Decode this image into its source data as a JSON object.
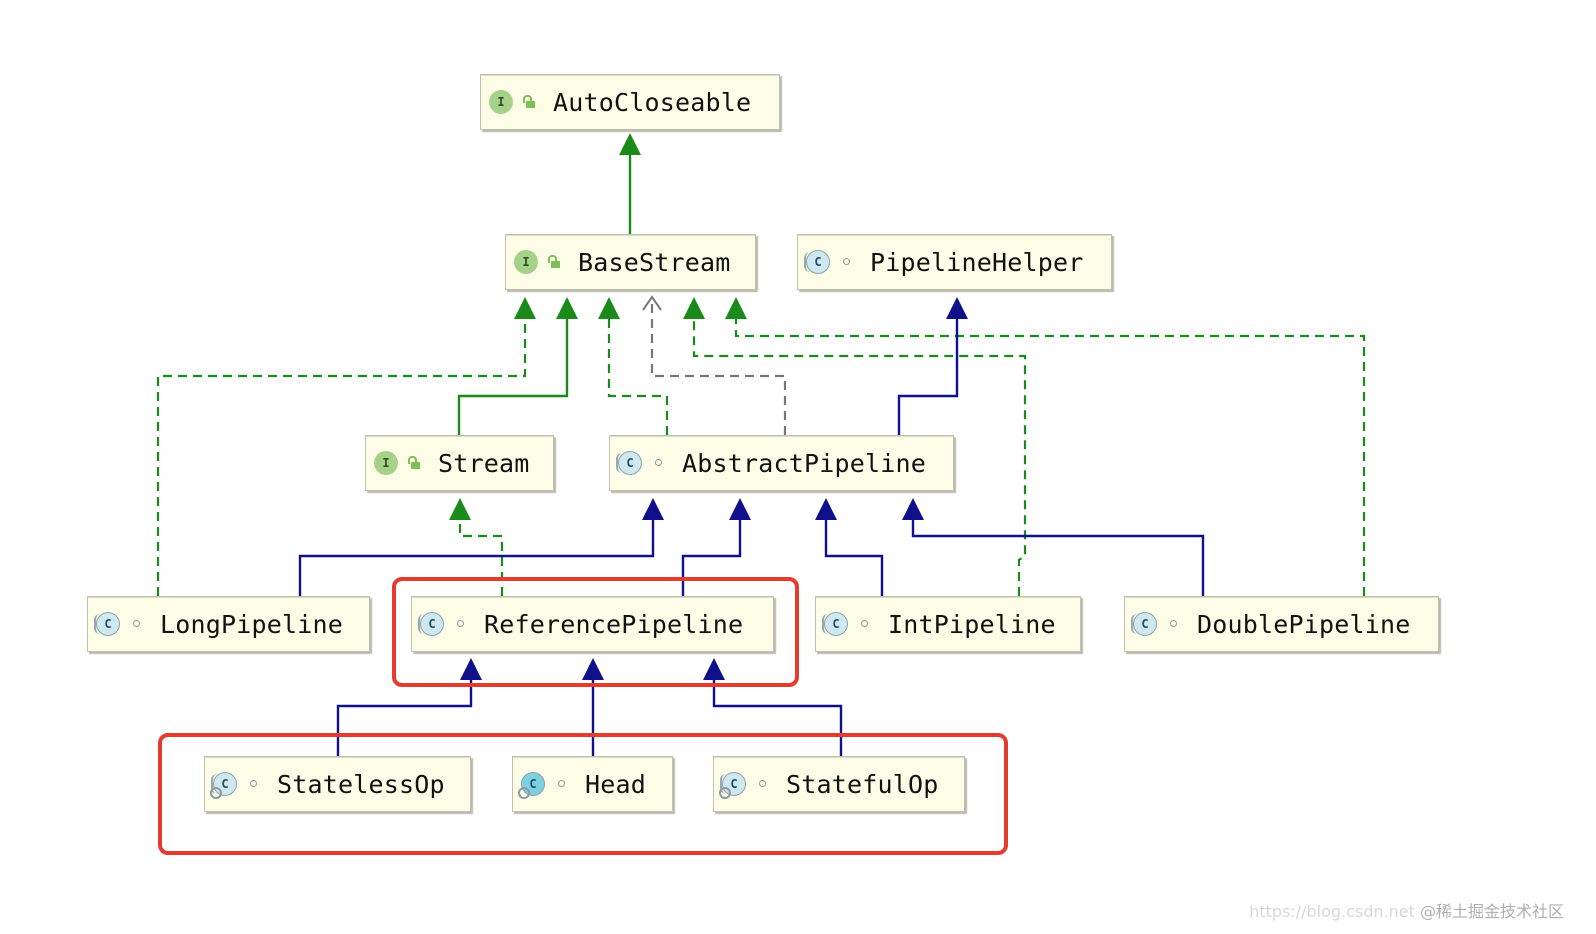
{
  "nodes": [
    {
      "id": "AutoCloseable",
      "label": "AutoCloseable",
      "kind": "I",
      "visibility": "public"
    },
    {
      "id": "BaseStream",
      "label": "BaseStream",
      "kind": "I",
      "visibility": "public"
    },
    {
      "id": "PipelineHelper",
      "label": "PipelineHelper",
      "kind": "C",
      "visibility": "package",
      "abstract": true
    },
    {
      "id": "Stream",
      "label": "Stream",
      "kind": "I",
      "visibility": "public"
    },
    {
      "id": "AbstractPipeline",
      "label": "AbstractPipeline",
      "kind": "C",
      "visibility": "package",
      "abstract": true
    },
    {
      "id": "LongPipeline",
      "label": "LongPipeline",
      "kind": "C",
      "visibility": "package",
      "abstract": true
    },
    {
      "id": "ReferencePipeline",
      "label": "ReferencePipeline",
      "kind": "C",
      "visibility": "package",
      "abstract": true
    },
    {
      "id": "IntPipeline",
      "label": "IntPipeline",
      "kind": "C",
      "visibility": "package",
      "abstract": true
    },
    {
      "id": "DoublePipeline",
      "label": "DoublePipeline",
      "kind": "C",
      "visibility": "package",
      "abstract": true
    },
    {
      "id": "StatelessOp",
      "label": "StatelessOp",
      "kind": "C",
      "visibility": "package",
      "abstract": true,
      "static": true
    },
    {
      "id": "Head",
      "label": "Head",
      "kind": "C",
      "visibility": "package",
      "static": true
    },
    {
      "id": "StatefulOp",
      "label": "StatefulOp",
      "kind": "C",
      "visibility": "package",
      "abstract": true,
      "static": true
    }
  ],
  "edges": [
    {
      "from": "BaseStream",
      "to": "AutoCloseable",
      "type": "extends"
    },
    {
      "from": "Stream",
      "to": "BaseStream",
      "type": "extends"
    },
    {
      "from": "AbstractPipeline",
      "to": "BaseStream",
      "type": "implements"
    },
    {
      "from": "AbstractPipeline",
      "to": "BaseStream",
      "type": "dependency"
    },
    {
      "from": "AbstractPipeline",
      "to": "PipelineHelper",
      "type": "inherits"
    },
    {
      "from": "LongPipeline",
      "to": "BaseStream",
      "type": "implements"
    },
    {
      "from": "IntPipeline",
      "to": "BaseStream",
      "type": "implements"
    },
    {
      "from": "DoublePipeline",
      "to": "BaseStream",
      "type": "implements"
    },
    {
      "from": "ReferencePipeline",
      "to": "Stream",
      "type": "implements"
    },
    {
      "from": "LongPipeline",
      "to": "AbstractPipeline",
      "type": "inherits"
    },
    {
      "from": "ReferencePipeline",
      "to": "AbstractPipeline",
      "type": "inherits"
    },
    {
      "from": "IntPipeline",
      "to": "AbstractPipeline",
      "type": "inherits"
    },
    {
      "from": "DoublePipeline",
      "to": "AbstractPipeline",
      "type": "inherits"
    },
    {
      "from": "StatelessOp",
      "to": "ReferencePipeline",
      "type": "inherits"
    },
    {
      "from": "Head",
      "to": "ReferencePipeline",
      "type": "inherits"
    },
    {
      "from": "StatefulOp",
      "to": "ReferencePipeline",
      "type": "inherits"
    }
  ],
  "highlights": [
    {
      "id": "highlight-reference-pipeline",
      "contains": [
        "ReferencePipeline"
      ]
    },
    {
      "id": "highlight-subclasses",
      "contains": [
        "StatelessOp",
        "Head",
        "StatefulOp"
      ]
    }
  ],
  "colors": {
    "extends": "#1a8a1a",
    "implements": "#1a8a1a",
    "inherits": "#10108a",
    "dependency": "#777777",
    "highlight": "#e53a2c",
    "node_fill": "#fdfde7"
  },
  "watermark": {
    "url": "https://blog.csdn.net",
    "text": "@稀土掘金技术社区"
  }
}
